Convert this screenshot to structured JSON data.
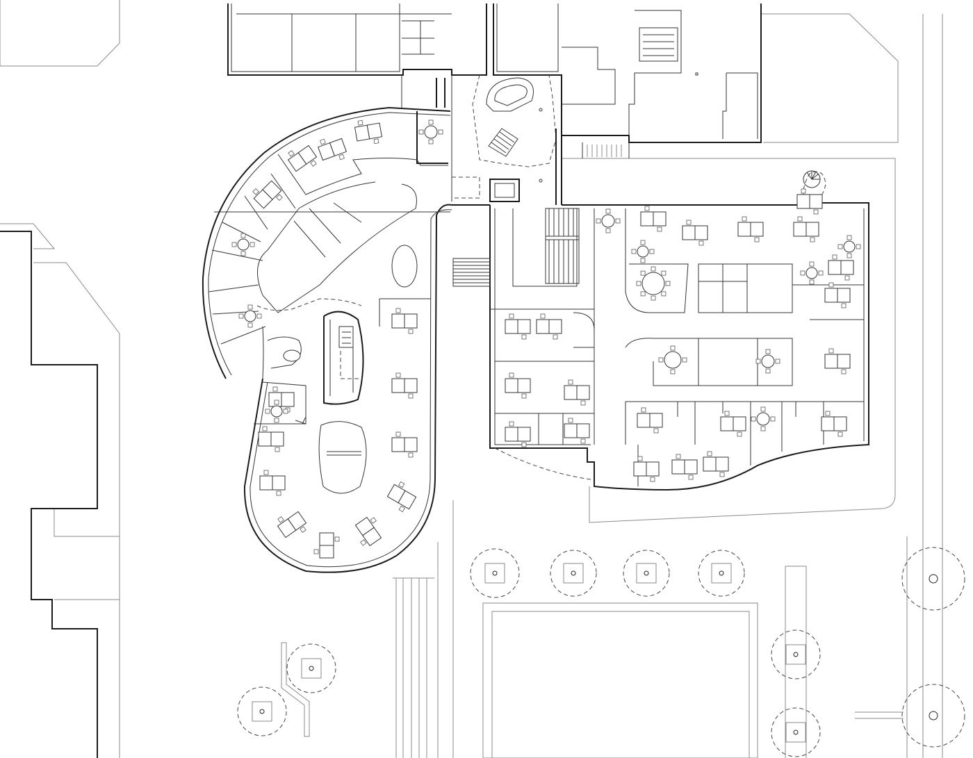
{
  "drawing": {
    "type": "architectural-floor-plan",
    "labels_visible": false,
    "line_color": "#1a1a1a",
    "light_line_color": "#8a8a8a",
    "background": "#ffffff"
  },
  "inventory": {
    "desk_pairs": 34,
    "meeting_tables": 12,
    "staircases": 5,
    "trees": 10
  }
}
